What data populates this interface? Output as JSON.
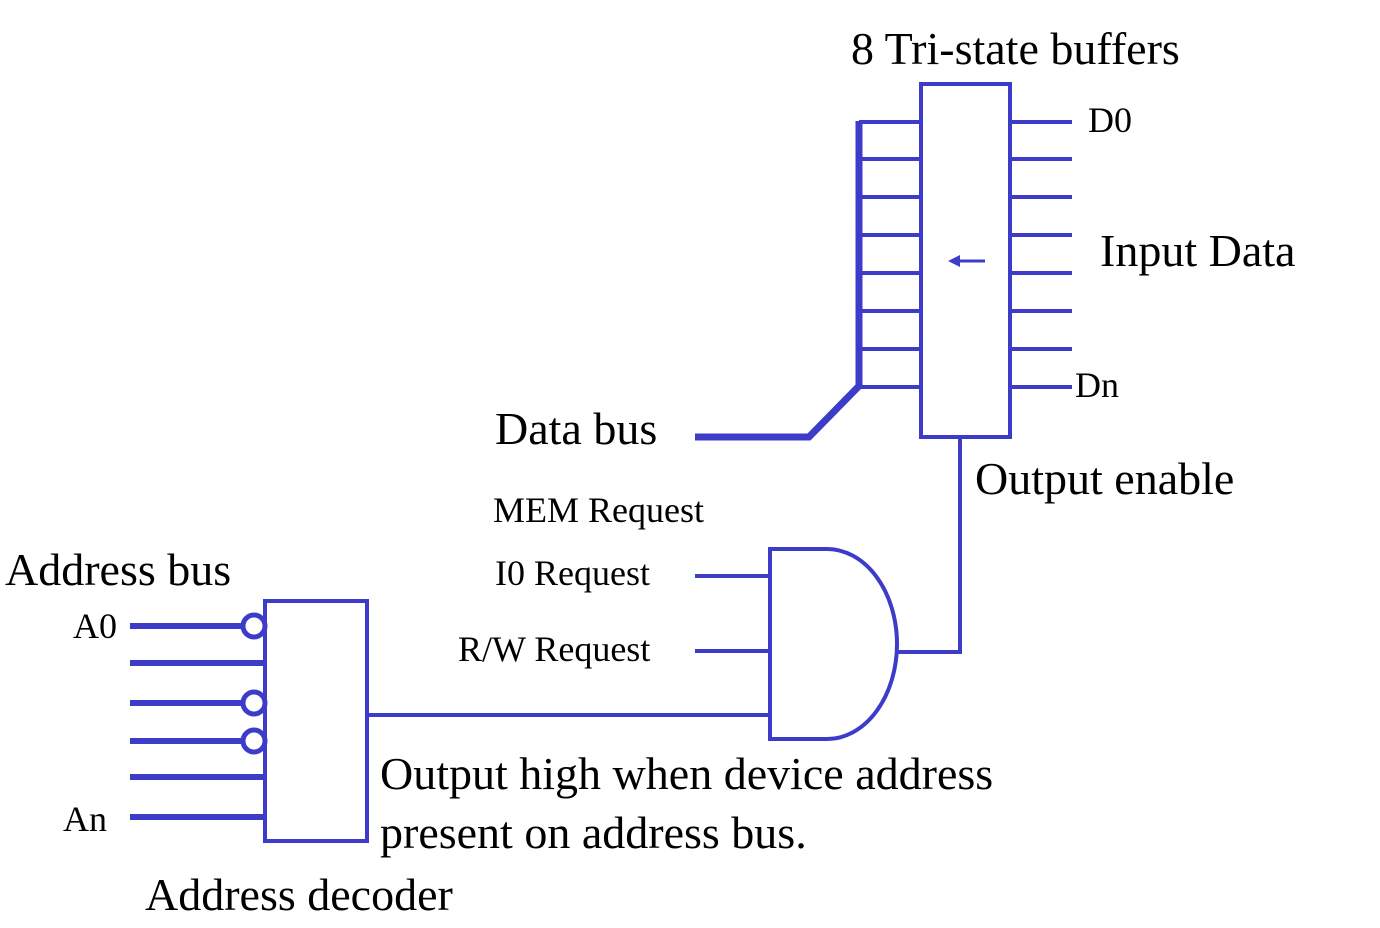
{
  "labels": {
    "tristate_title": "8 Tri-state buffers",
    "d0": "D0",
    "input_data": "Input Data",
    "dn": "Dn",
    "data_bus": "Data bus",
    "output_enable": "Output enable",
    "mem_request": "MEM Request",
    "io_request": "I0 Request",
    "rw_request": "R/W Request",
    "address_bus": "Address bus",
    "a0": "A0",
    "an": "An",
    "output_high_line1": "Output high when device address",
    "output_high_line2": "present on address bus.",
    "address_decoder": "Address decoder"
  },
  "colors": {
    "wire": "#3c3cc8",
    "text": "#000000"
  }
}
